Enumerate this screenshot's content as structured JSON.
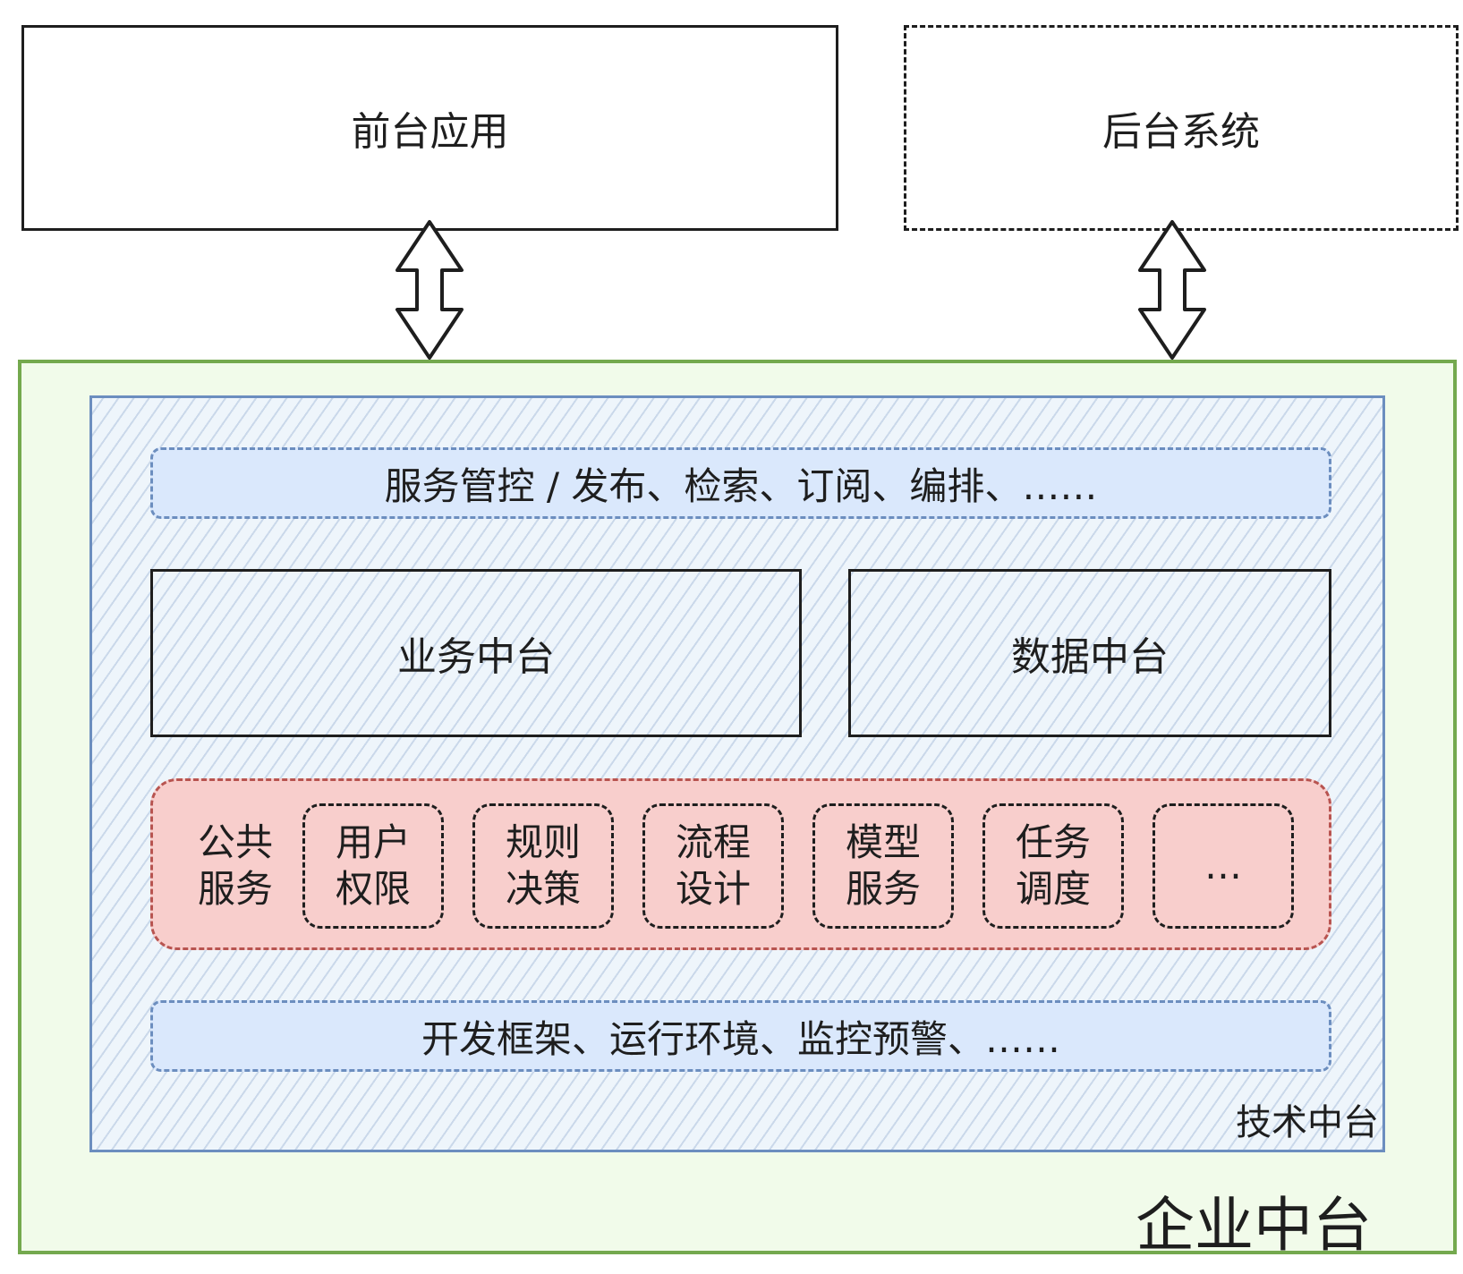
{
  "diagram": {
    "frontend": {
      "label": "前台应用"
    },
    "backend": {
      "label": "后台系统"
    },
    "enterprise_platform": {
      "label": "企业中台"
    },
    "tech_platform": {
      "label": "技术中台"
    },
    "service_band": {
      "label": "服务管控 / 发布、检索、订阅、编排、……"
    },
    "business_platform": {
      "label": "业务中台"
    },
    "data_platform": {
      "label": "数据中台"
    },
    "common_services": {
      "label_line1": "公共",
      "label_line2": "服务",
      "items": [
        {
          "line1": "用户",
          "line2": "权限"
        },
        {
          "line1": "规则",
          "line2": "决策"
        },
        {
          "line1": "流程",
          "line2": "设计"
        },
        {
          "line1": "模型",
          "line2": "服务"
        },
        {
          "line1": "任务",
          "line2": "调度"
        },
        {
          "line1": "…",
          "line2": ""
        }
      ]
    },
    "infra_band": {
      "label": "开发框架、运行环境、监控预警、……"
    },
    "colors": {
      "enterprise_border": "#74a94e",
      "enterprise_fill": "#f1fbea",
      "tech_border": "#6c8ebf",
      "band_fill": "#dae8fc",
      "common_border": "#b85450",
      "common_fill": "#f8cecc"
    }
  }
}
